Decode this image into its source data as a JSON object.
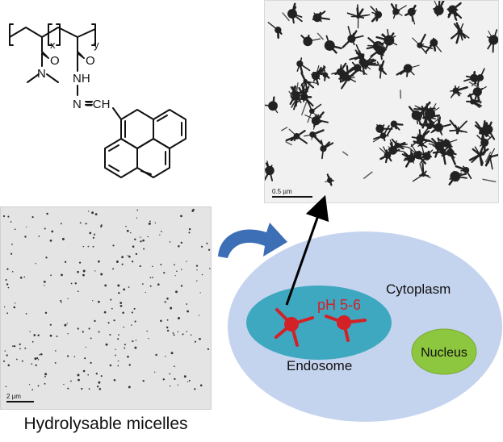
{
  "chemical_structure": {
    "subscript_x": "x",
    "subscript_y": "y",
    "carbonyl_1": "O",
    "carbonyl_2": "O",
    "amide_nitrogen": "N",
    "hydrazide_nh": "NH",
    "hydrazone_n": "N",
    "hydrazone_ch": "=CH"
  },
  "tem_top": {
    "scale_label": "0.5 µm"
  },
  "tem_bottom": {
    "scale_label": "2 µm"
  },
  "caption": "Hydrolysable micelles",
  "cell": {
    "cytoplasm_label": "Cytoplasm",
    "nucleus_label": "Nucleus",
    "endosome_label": "Endosome",
    "ph_label": "pH 5-6"
  },
  "colors": {
    "cytoplasm": "#c5d4ee",
    "endosome": "#3ea8c0",
    "nucleus": "#8dc63f",
    "micelle": "#d42027",
    "curved_arrow": "#3d6fb6",
    "cluster_dark": "#222222"
  }
}
